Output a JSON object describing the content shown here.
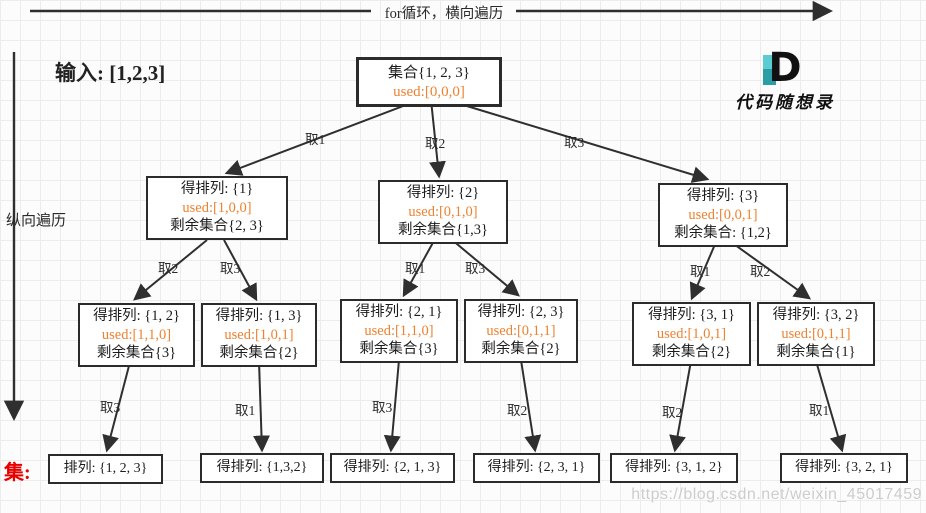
{
  "page": {
    "top_arrow_label": "for循环，横向遍历",
    "left_arrow_label": "纵向遍历",
    "input_label": "输入: [1,2,3]",
    "result_set_label": "集:",
    "watermark": "https://blog.csdn.net/weixin_45017459",
    "logo": {
      "letter": "D",
      "text": "代码随想录"
    }
  },
  "colors": {
    "used_text": "#ee8230",
    "result_set_red": "#e60000",
    "logo_teal_light": "#5accd2",
    "logo_teal_dark": "#2a9ea4",
    "box_border": "#2b2b2b",
    "watermark_gray": "#cdcdcd"
  },
  "tree": {
    "root": {
      "line1": "集合{1, 2, 3}",
      "used": "used:[0,0,0]"
    },
    "level2": [
      {
        "title": "得排列:  {1}",
        "used": "used:[1,0,0]",
        "remain": "剩余集合{2, 3}"
      },
      {
        "title": "得排列:  {2}",
        "used": "used:[0,1,0]",
        "remain": "剩余集合{1,3}"
      },
      {
        "title": "得排列:  {3}",
        "used": "used:[0,0,1]",
        "remain": "剩余集合:  {1,2}"
      }
    ],
    "level3": [
      {
        "title": "得排列:  {1, 2}",
        "used": "used:[1,1,0]",
        "remain": "剩余集合{3}"
      },
      {
        "title": "得排列:  {1, 3}",
        "used": "used:[1,0,1]",
        "remain": "剩余集合{2}"
      },
      {
        "title": "得排列:  {2, 1}",
        "used": "used:[1,1,0]",
        "remain": "剩余集合{3}"
      },
      {
        "title": "得排列:  {2, 3}",
        "used": "used:[0,1,1]",
        "remain": "剩余集合{2}"
      },
      {
        "title": "得排列:  {3, 1}",
        "used": "used:[1,0,1]",
        "remain": "剩余集合{2}"
      },
      {
        "title": "得排列:  {3, 2}",
        "used": "used:[0,1,1]",
        "remain": "剩余集合{1}"
      }
    ],
    "results": [
      "排列:  {1, 2, 3}",
      "得排列:  {1,3,2}",
      "得排列:  {2, 1, 3}",
      "得排列:  {2, 3, 1}",
      "得排列:  {3, 1, 2}",
      "得排列:  {3, 2, 1}"
    ],
    "edge_labels": {
      "root": [
        "取1",
        "取2",
        "取3"
      ],
      "l2": [
        [
          "取2",
          "取3"
        ],
        [
          "取1",
          "取3"
        ],
        [
          "取1",
          "取2"
        ]
      ],
      "l3": [
        "取3",
        "取1",
        "取3",
        "取2",
        "取2",
        "取1"
      ]
    }
  }
}
